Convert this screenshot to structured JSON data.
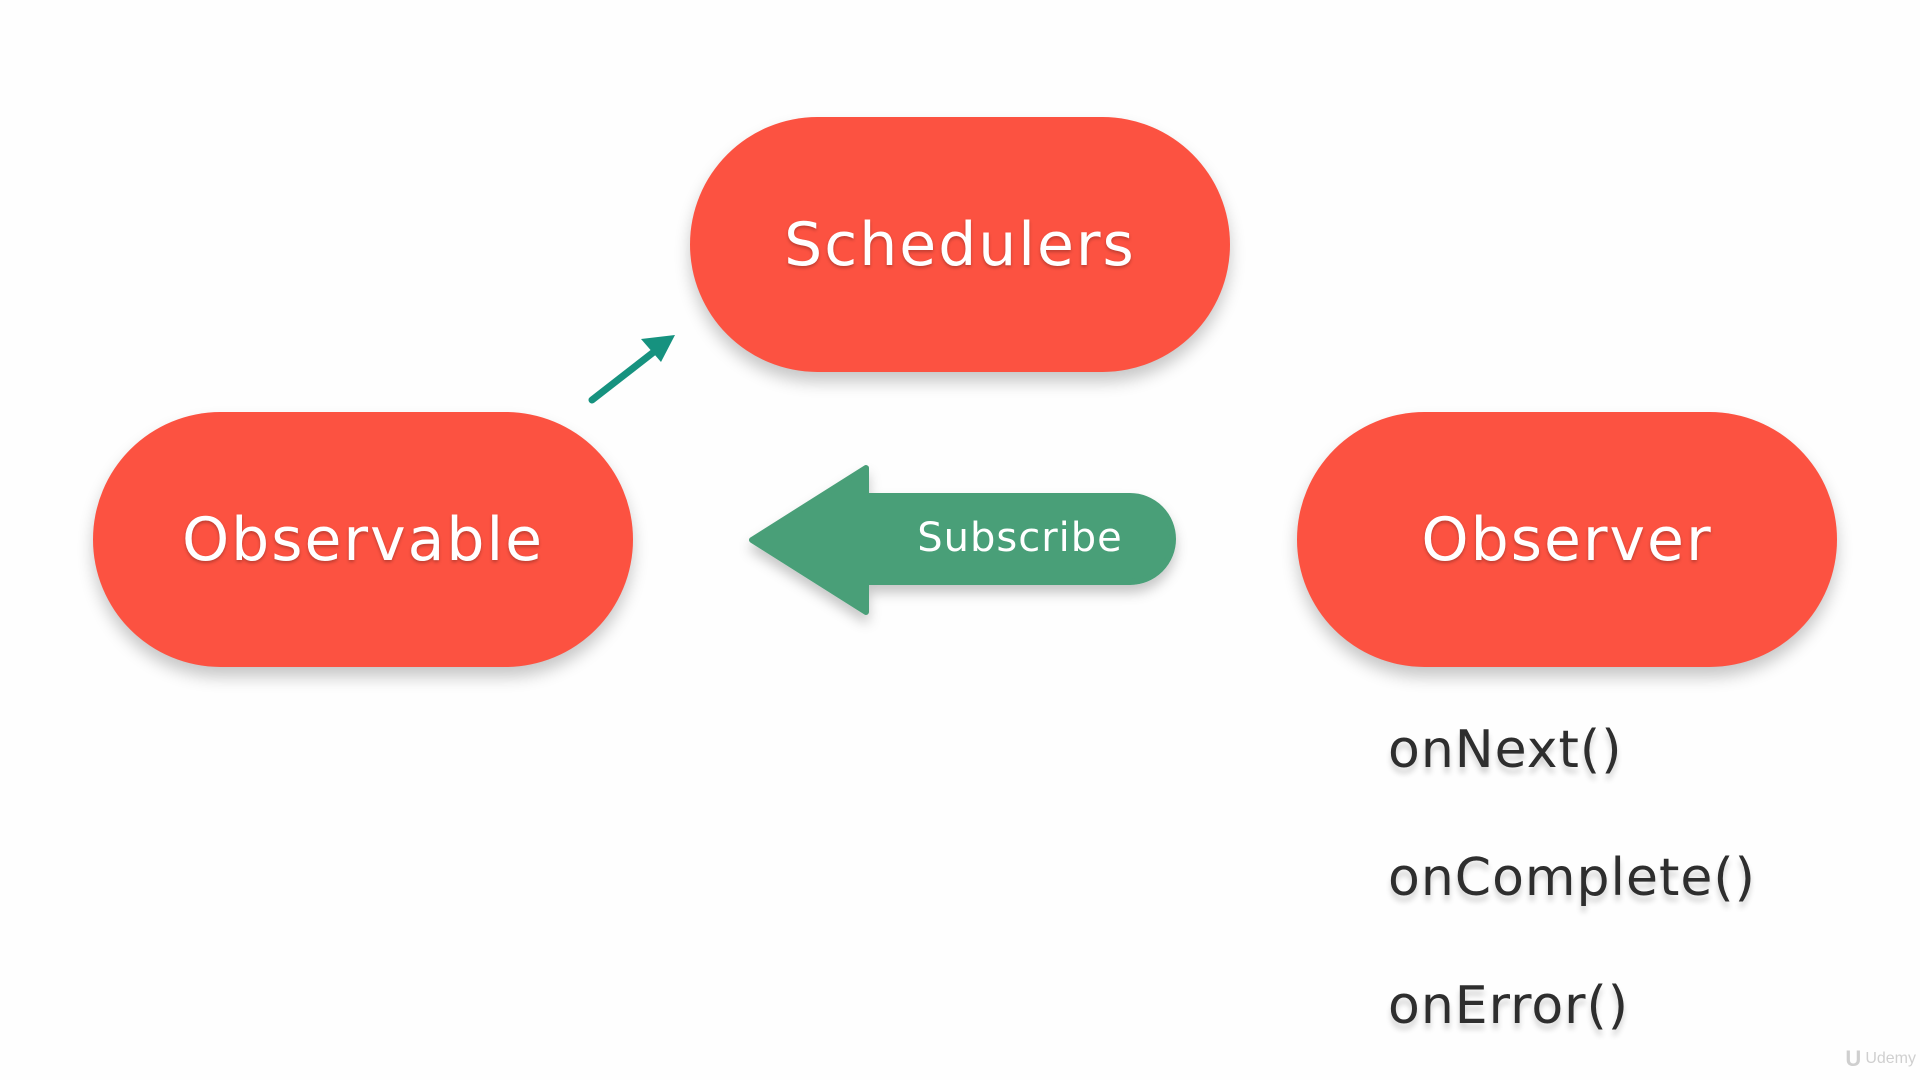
{
  "nodes": {
    "schedulers": "Schedulers",
    "observable": "Observable",
    "observer": "Observer"
  },
  "subscribe_arrow": {
    "label": "Subscribe"
  },
  "observer_methods": [
    "onNext()",
    "onComplete()",
    "onError()"
  ],
  "watermark": {
    "logo": "U",
    "text": "Udemy"
  },
  "colors": {
    "node_fill": "#fc5241",
    "subscribe_arrow": "#4a9f78",
    "small_arrow": "#16927f",
    "background": "#fefefe",
    "method_text": "#2e2e2e"
  }
}
